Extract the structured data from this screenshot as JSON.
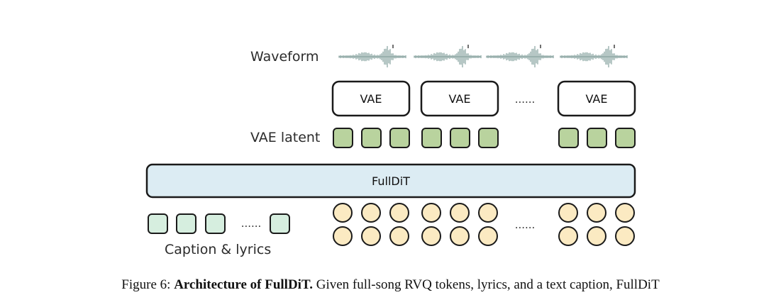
{
  "figure": {
    "labels": {
      "waveform": "Waveform",
      "vae_latent": "VAE latent",
      "caption_lyrics": "Caption & lyrics"
    },
    "vae_label": "VAE",
    "fulldit_label": "FullDiT",
    "ellipsis": "......",
    "colors": {
      "waveform": "#8fa9a6",
      "latent_fill": "#b9d39e",
      "fulldit_fill": "#dcecf3",
      "caption_token_fill": "#d6eedf",
      "rvq_token_fill": "#fbeac2"
    }
  },
  "caption": {
    "prefix": "Figure 6: ",
    "title": "Architecture of FullDiT.",
    "text": " Given full-song RVQ tokens, lyrics, and a text caption, FullDiT"
  }
}
